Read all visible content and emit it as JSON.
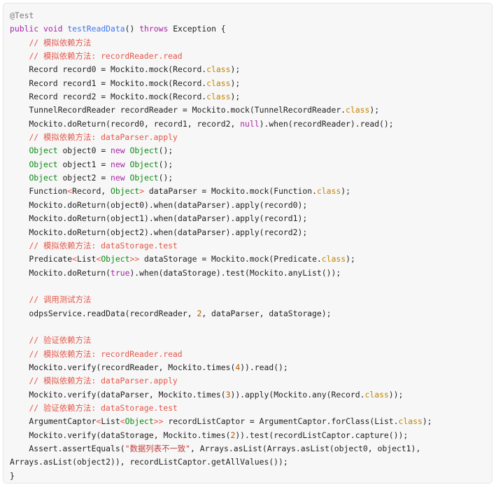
{
  "theme": {
    "background": "#f7f7f7",
    "border": "#e6e6e6",
    "text": "#1f1f1f",
    "annotation": "#7a7a7a",
    "keyword": "#a626a4",
    "function_name": "#4078f2",
    "comment": "#e45649",
    "class_keyword": "#c18401",
    "type": "#0e8a16",
    "number": "#b35a00",
    "string": "#c03d3d"
  },
  "code": {
    "language": "java",
    "lines": [
      [
        {
          "t": "@Test",
          "c": "anno"
        }
      ],
      [
        {
          "t": "public",
          "c": "kw"
        },
        {
          "t": " "
        },
        {
          "t": "void",
          "c": "kw"
        },
        {
          "t": " "
        },
        {
          "t": "testReadData",
          "c": "fn"
        },
        {
          "t": "() "
        },
        {
          "t": "throws",
          "c": "kw"
        },
        {
          "t": " Exception {"
        }
      ],
      [
        {
          "t": "    "
        },
        {
          "t": "// 模拟依赖方法",
          "c": "cm"
        }
      ],
      [
        {
          "t": "    "
        },
        {
          "t": "// 模拟依赖方法: recordReader.read",
          "c": "cm"
        }
      ],
      [
        {
          "t": "    Record record0 = Mockito.mock(Record."
        },
        {
          "t": "class",
          "c": "cl"
        },
        {
          "t": ");"
        }
      ],
      [
        {
          "t": "    Record record1 = Mockito.mock(Record."
        },
        {
          "t": "class",
          "c": "cl"
        },
        {
          "t": ");"
        }
      ],
      [
        {
          "t": "    Record record2 = Mockito.mock(Record."
        },
        {
          "t": "class",
          "c": "cl"
        },
        {
          "t": ");"
        }
      ],
      [
        {
          "t": "    TunnelRecordReader recordReader = Mockito.mock(TunnelRecordReader."
        },
        {
          "t": "class",
          "c": "cl"
        },
        {
          "t": ");"
        }
      ],
      [
        {
          "t": "    Mockito.doReturn(record0, record1, record2, "
        },
        {
          "t": "null",
          "c": "kw"
        },
        {
          "t": ").when(recordReader).read();"
        }
      ],
      [
        {
          "t": "    "
        },
        {
          "t": "// 模拟依赖方法: dataParser.apply",
          "c": "cm"
        }
      ],
      [
        {
          "t": "    "
        },
        {
          "t": "Object",
          "c": "type"
        },
        {
          "t": " object0 = "
        },
        {
          "t": "new",
          "c": "kw"
        },
        {
          "t": " "
        },
        {
          "t": "Object",
          "c": "type"
        },
        {
          "t": "();"
        }
      ],
      [
        {
          "t": "    "
        },
        {
          "t": "Object",
          "c": "type"
        },
        {
          "t": " object1 = "
        },
        {
          "t": "new",
          "c": "kw"
        },
        {
          "t": " "
        },
        {
          "t": "Object",
          "c": "type"
        },
        {
          "t": "();"
        }
      ],
      [
        {
          "t": "    "
        },
        {
          "t": "Object",
          "c": "type"
        },
        {
          "t": " object2 = "
        },
        {
          "t": "new",
          "c": "kw"
        },
        {
          "t": " "
        },
        {
          "t": "Object",
          "c": "type"
        },
        {
          "t": "();"
        }
      ],
      [
        {
          "t": "    Function"
        },
        {
          "t": "<",
          "c": "cm"
        },
        {
          "t": "Record, "
        },
        {
          "t": "Object",
          "c": "type"
        },
        {
          "t": ">",
          "c": "cm"
        },
        {
          "t": " dataParser = Mockito.mock(Function."
        },
        {
          "t": "class",
          "c": "cl"
        },
        {
          "t": ");"
        }
      ],
      [
        {
          "t": "    Mockito.doReturn(object0).when(dataParser).apply(record0);"
        }
      ],
      [
        {
          "t": "    Mockito.doReturn(object1).when(dataParser).apply(record1);"
        }
      ],
      [
        {
          "t": "    Mockito.doReturn(object2).when(dataParser).apply(record2);"
        }
      ],
      [
        {
          "t": "    "
        },
        {
          "t": "// 模拟依赖方法: dataStorage.test",
          "c": "cm"
        }
      ],
      [
        {
          "t": "    Predicate"
        },
        {
          "t": "<",
          "c": "cm"
        },
        {
          "t": "List"
        },
        {
          "t": "<",
          "c": "cm"
        },
        {
          "t": "Object",
          "c": "type"
        },
        {
          "t": ">>",
          "c": "cm"
        },
        {
          "t": " dataStorage = Mockito.mock(Predicate."
        },
        {
          "t": "class",
          "c": "cl"
        },
        {
          "t": ");"
        }
      ],
      [
        {
          "t": "    Mockito.doReturn("
        },
        {
          "t": "true",
          "c": "kw"
        },
        {
          "t": ").when(dataStorage).test(Mockito.anyList());"
        }
      ],
      [],
      [
        {
          "t": "    "
        },
        {
          "t": "// 调用测试方法",
          "c": "cm"
        }
      ],
      [
        {
          "t": "    odpsService.readData(recordReader, "
        },
        {
          "t": "2",
          "c": "num"
        },
        {
          "t": ", dataParser, dataStorage);"
        }
      ],
      [],
      [
        {
          "t": "    "
        },
        {
          "t": "// 验证依赖方法",
          "c": "cm"
        }
      ],
      [
        {
          "t": "    "
        },
        {
          "t": "// 模拟依赖方法: recordReader.read",
          "c": "cm"
        }
      ],
      [
        {
          "t": "    Mockito.verify(recordReader, Mockito.times("
        },
        {
          "t": "4",
          "c": "num"
        },
        {
          "t": ")).read();"
        }
      ],
      [
        {
          "t": "    "
        },
        {
          "t": "// 模拟依赖方法: dataParser.apply",
          "c": "cm"
        }
      ],
      [
        {
          "t": "    Mockito.verify(dataParser, Mockito.times("
        },
        {
          "t": "3",
          "c": "num"
        },
        {
          "t": ")).apply(Mockito.any(Record."
        },
        {
          "t": "class",
          "c": "cl"
        },
        {
          "t": "));"
        }
      ],
      [
        {
          "t": "    "
        },
        {
          "t": "// 验证依赖方法: dataStorage.test",
          "c": "cm"
        }
      ],
      [
        {
          "t": "    ArgumentCaptor"
        },
        {
          "t": "<",
          "c": "cm"
        },
        {
          "t": "List"
        },
        {
          "t": "<",
          "c": "cm"
        },
        {
          "t": "Object",
          "c": "type"
        },
        {
          "t": ">>",
          "c": "cm"
        },
        {
          "t": " recordListCaptor = ArgumentCaptor.forClass(List."
        },
        {
          "t": "class",
          "c": "cl"
        },
        {
          "t": ");"
        }
      ],
      [
        {
          "t": "    Mockito.verify(dataStorage, Mockito.times("
        },
        {
          "t": "2",
          "c": "num"
        },
        {
          "t": ")).test(recordListCaptor.capture());"
        }
      ],
      [
        {
          "t": "    Assert.assertEquals("
        },
        {
          "t": "\"数据列表不一致\"",
          "c": "str"
        },
        {
          "t": ", Arrays.asList(Arrays.asList(object0, object1),"
        }
      ],
      [
        {
          "t": "Arrays.asList(object2)), recordListCaptor.getAllValues());"
        }
      ],
      [
        {
          "t": "}"
        }
      ]
    ]
  }
}
